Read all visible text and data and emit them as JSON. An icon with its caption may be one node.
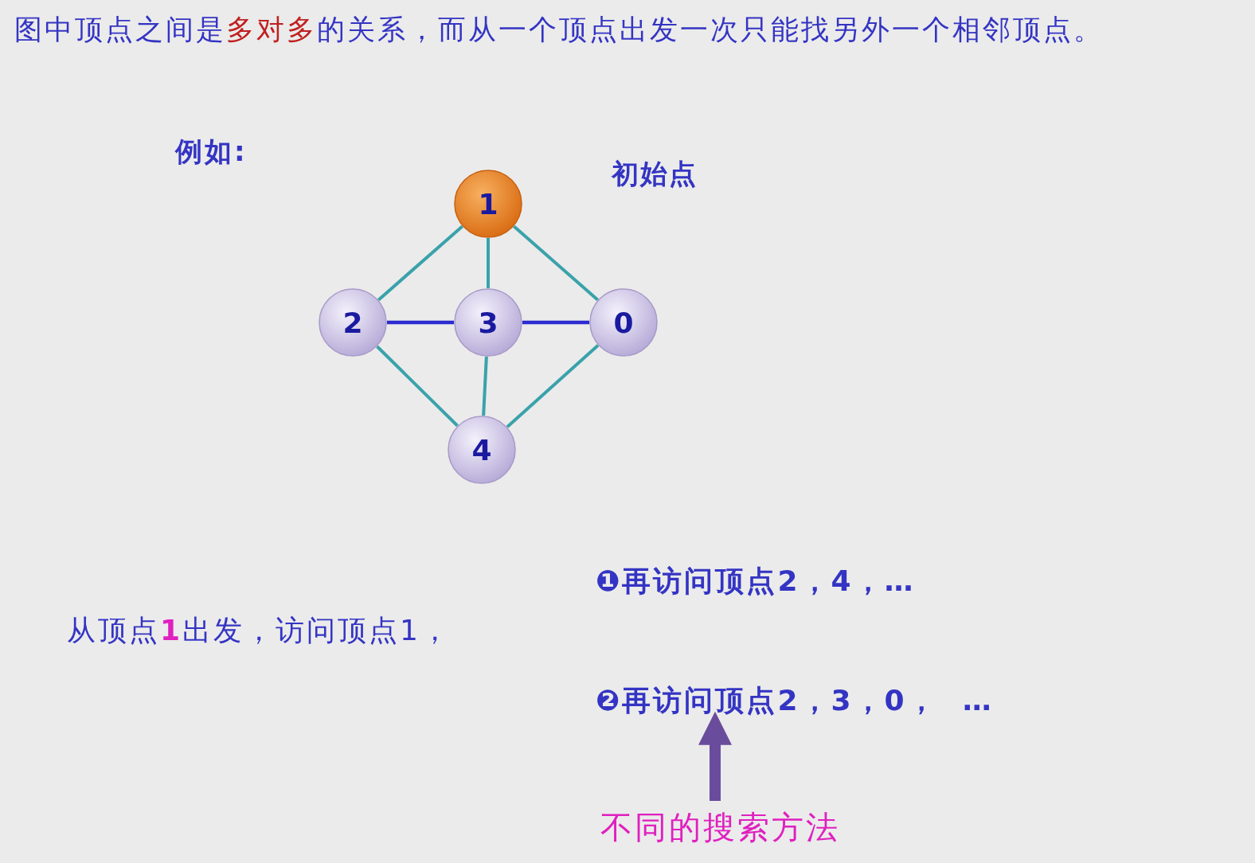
{
  "diagram": {
    "title": "图中顶点之间是**多对多**的关系，而从一个顶点出发一次只能找另外一个相邻顶点。",
    "nodes": [
      {
        "text": [
          "1"
        ],
        "beside": [
          "初始点"
        ]
      },
      {
        "text": [
          "2"
        ]
      },
      {
        "text": [
          "3"
        ]
      },
      {
        "text": [
          "0"
        ]
      },
      {
        "text": [
          "4"
        ]
      },
      {
        "text": [
          "❷再访问顶点2，3，0，  …"
        ]
      },
      {
        "text": [
          "不同的搜索方法"
        ]
      }
    ],
    "edges": [
      {
        "from": 0,
        "to": 1,
        "arrow": "none"
      },
      {
        "from": 0,
        "to": 2,
        "arrow": "none"
      },
      {
        "from": 0,
        "to": 3,
        "arrow": "none"
      },
      {
        "from": 1,
        "to": 2,
        "arrow": "none",
        "color": "#2b2bd0"
      },
      {
        "from": 2,
        "to": 3,
        "arrow": "none",
        "color": "#2b2bd0"
      },
      {
        "from": 1,
        "to": 4,
        "arrow": "none"
      },
      {
        "from": 2,
        "to": 4,
        "arrow": "none"
      },
      {
        "from": 3,
        "to": 4,
        "arrow": "none"
      },
      {
        "from": 6,
        "to": 5,
        "arrow": "to",
        "style": "thick"
      }
    ],
    "labels": [
      "例如:",
      "❶再访问顶点2，4，…",
      "从顶点**1**出发，访问顶点1，"
    ]
  }
}
